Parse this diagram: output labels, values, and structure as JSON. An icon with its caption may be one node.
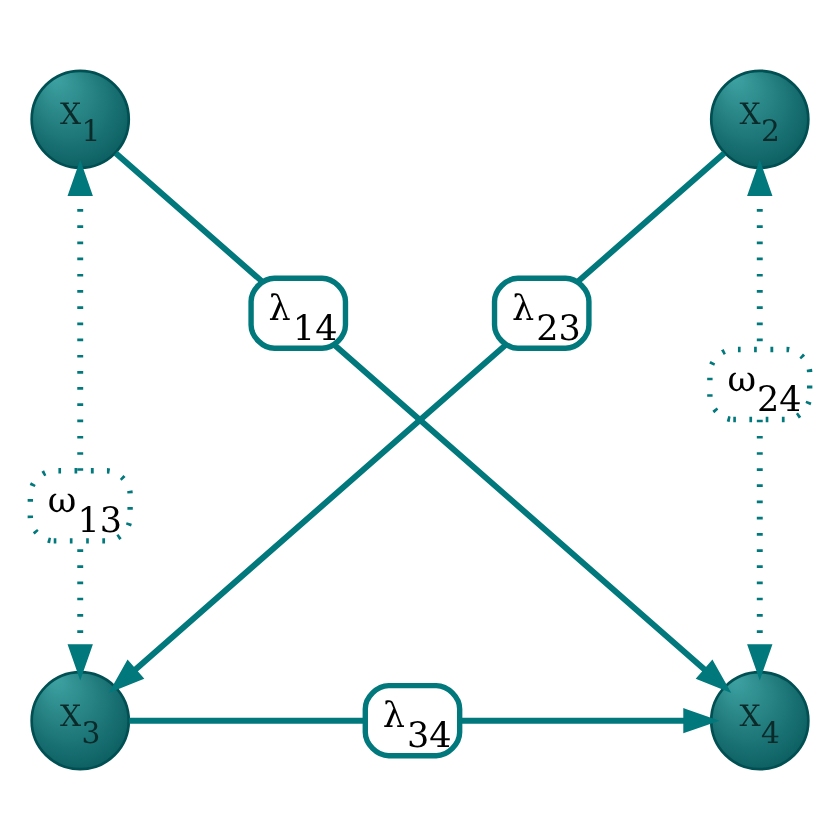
{
  "diagram": {
    "nodes": [
      {
        "text": [
          "X$_{1}$"
        ]
      },
      {
        "text": [
          "X$_{2}$"
        ]
      },
      {
        "text": [
          "X$_{3}$"
        ]
      },
      {
        "text": [
          "X$_{4}$"
        ]
      }
    ],
    "edges": [
      {
        "from": 0,
        "to": 3,
        "arrow": "to",
        "label": "λ$_{14}$"
      },
      {
        "from": 1,
        "to": 2,
        "arrow": "to",
        "label": "λ$_{23}$"
      },
      {
        "from": 0,
        "to": 2,
        "arrow": "both",
        "label": "ω$_{13}$",
        "style": "dashed"
      },
      {
        "from": 1,
        "to": 3,
        "arrow": "both",
        "label": "ω$_{24}$",
        "style": "dashed"
      },
      {
        "from": 2,
        "to": 3,
        "arrow": "to",
        "label": "λ$_{34}$"
      }
    ]
  }
}
